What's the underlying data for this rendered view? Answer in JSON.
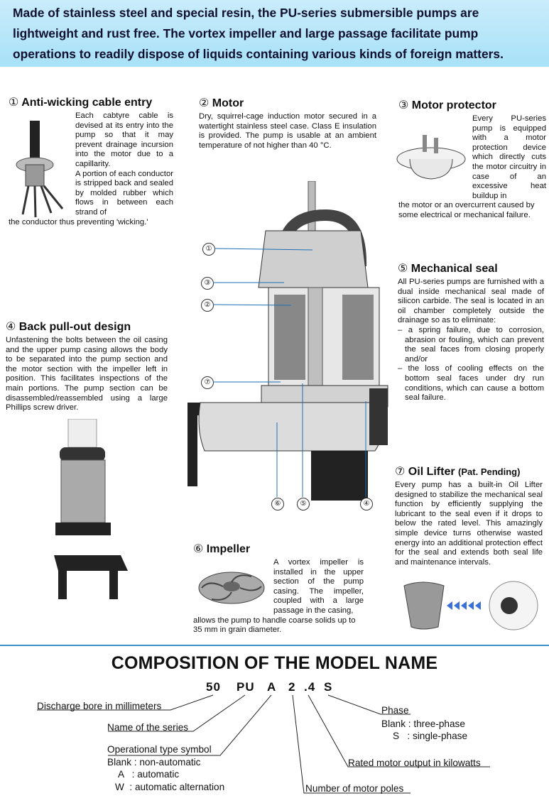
{
  "banner": {
    "text": "Made of stainless steel and special resin, the PU-series submersible pumps are lightweight and rust free. The vortex impeller and large passage facilitate pump operations to readily dispose of liquids containing various kinds of foreign matters."
  },
  "sections": {
    "cable": {
      "num": "①",
      "title": "Anti-wicking cable entry",
      "body1": "Each cabtyre cable is devised at its entry into the pump so that it may prevent drainage incursion into the motor due to a capillarity.",
      "body2": "A portion of each conductor is stripped back and sealed by molded rubber which flows in between each strand of",
      "body3": "the conductor thus preventing 'wicking.'"
    },
    "motor": {
      "num": "②",
      "title": "Motor",
      "body": "Dry, squirrel-cage induction motor secured in a watertight stainless steel case. Class E insulation is provided. The pump is usable at an ambient temperature of not higher than 40 °C."
    },
    "protector": {
      "num": "③",
      "title": "Motor protector",
      "body1": "Every PU-series pump is equipped with a motor protection device which directly cuts the motor circuitry in case of an excessive heat buildup in",
      "body2": "the motor or an overcurrent caused by some electrical or mechanical failure."
    },
    "backpull": {
      "num": "④",
      "title": "Back pull-out design",
      "body": "Unfastening the bolts between the oil casing and the upper pump casing allows the body to be separated into the pump section and the motor section with the impeller left in position. This facilitates inspections of the main portions. The pump section can be disassembled/reassembled using a large Phillips screw driver."
    },
    "seal": {
      "num": "⑤",
      "title": "Mechanical seal",
      "body": "All PU-series pumps are furnished with a dual inside mechanical seal made of silicon carbide. The seal is located in an oil chamber completely outside the drainage so as to eliminate:",
      "item1": "a spring failure, due to corrosion, abrasion or fouling, which can prevent the seal faces from closing properly and/or",
      "item2": "the loss of cooling effects on the bottom seal faces under dry run conditions, which can cause a bottom seal failure."
    },
    "impeller": {
      "num": "⑥",
      "title": "Impeller",
      "body1": "A vortex impeller is installed in the upper section of the pump casing. The impeller, coupled with a large passage in the casing,",
      "body2": "allows the pump to handle coarse solids up to 35 mm in grain diameter."
    },
    "oil": {
      "num": "⑦",
      "title": "Oil Lifter",
      "title_note": "(Pat. Pending)",
      "body": "Every pump has a built-in Oil Lifter designed to stabilize the mechanical seal function by efficiently supplying the lubricant to the seal even if it drops to below the rated level. This amazingly simple device turns otherwise wasted energy into an additional protection effect for the seal and extends both seal life and maintenance intervals."
    }
  },
  "callouts": [
    "①",
    "③",
    "②",
    "⑦",
    "⑥",
    "⑤",
    "④"
  ],
  "composition": {
    "title": "COMPOSITION OF THE MODEL NAME",
    "code": [
      "50",
      "PU",
      "A",
      "2",
      ".4",
      "S"
    ],
    "discharge": "Discharge bore in millimeters",
    "series": "Name of the series",
    "operational": "Operational type symbol",
    "op_blank": "Blank : non-automatic",
    "op_a": "A   : automatic",
    "op_w": "W  : automatic alternation",
    "phase": "Phase",
    "phase_blank": "Blank : three-phase",
    "phase_s": "S   : single-phase",
    "rated": "Rated motor output in kilowatts",
    "poles": "Number of motor poles"
  },
  "colors": {
    "banner": "#b3e5fa",
    "rule": "#3a8fc8",
    "accent": "#3a70d8"
  }
}
